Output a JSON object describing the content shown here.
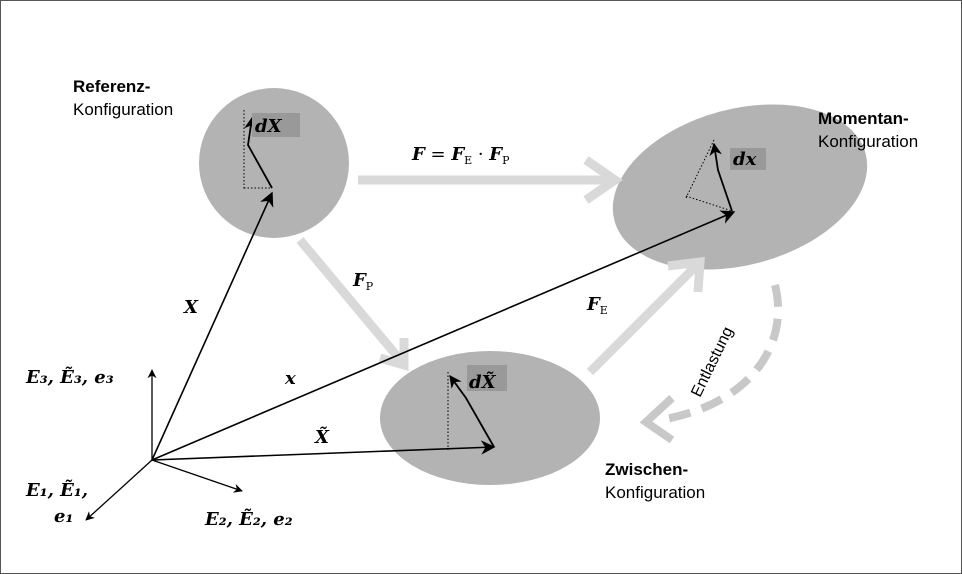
{
  "labels": {
    "referenz_bold": "Referenz-",
    "referenz_sub": "Konfiguration",
    "momentan_bold": "Momentan-",
    "momentan_sub": "Konfiguration",
    "zwischen_bold": "Zwischen-",
    "zwischen_sub": "Konfiguration",
    "entlastung": "Entlastung"
  },
  "math": {
    "F": "F",
    "equals": " = ",
    "FE_base": "F",
    "FE_sub": "E",
    "cdot": " · ",
    "FP_base": "F",
    "FP_sub": "P",
    "X": "X",
    "x": "x",
    "Xtilde": "X̃",
    "dX": "dX",
    "dx": "dx",
    "dXtilde": "dX̃",
    "axis3": "E₃, Ẽ₃, e₃",
    "axis2": "E₂, Ẽ₂, e₂",
    "axis1_line1": "E₁, Ẽ₁,",
    "axis1_line2": "e₁"
  },
  "colors": {
    "blob": "#b3b3b3",
    "map_arrow": "#d9d9d9",
    "dashed_arrow": "#c8c8c8",
    "vector": "#000000"
  }
}
